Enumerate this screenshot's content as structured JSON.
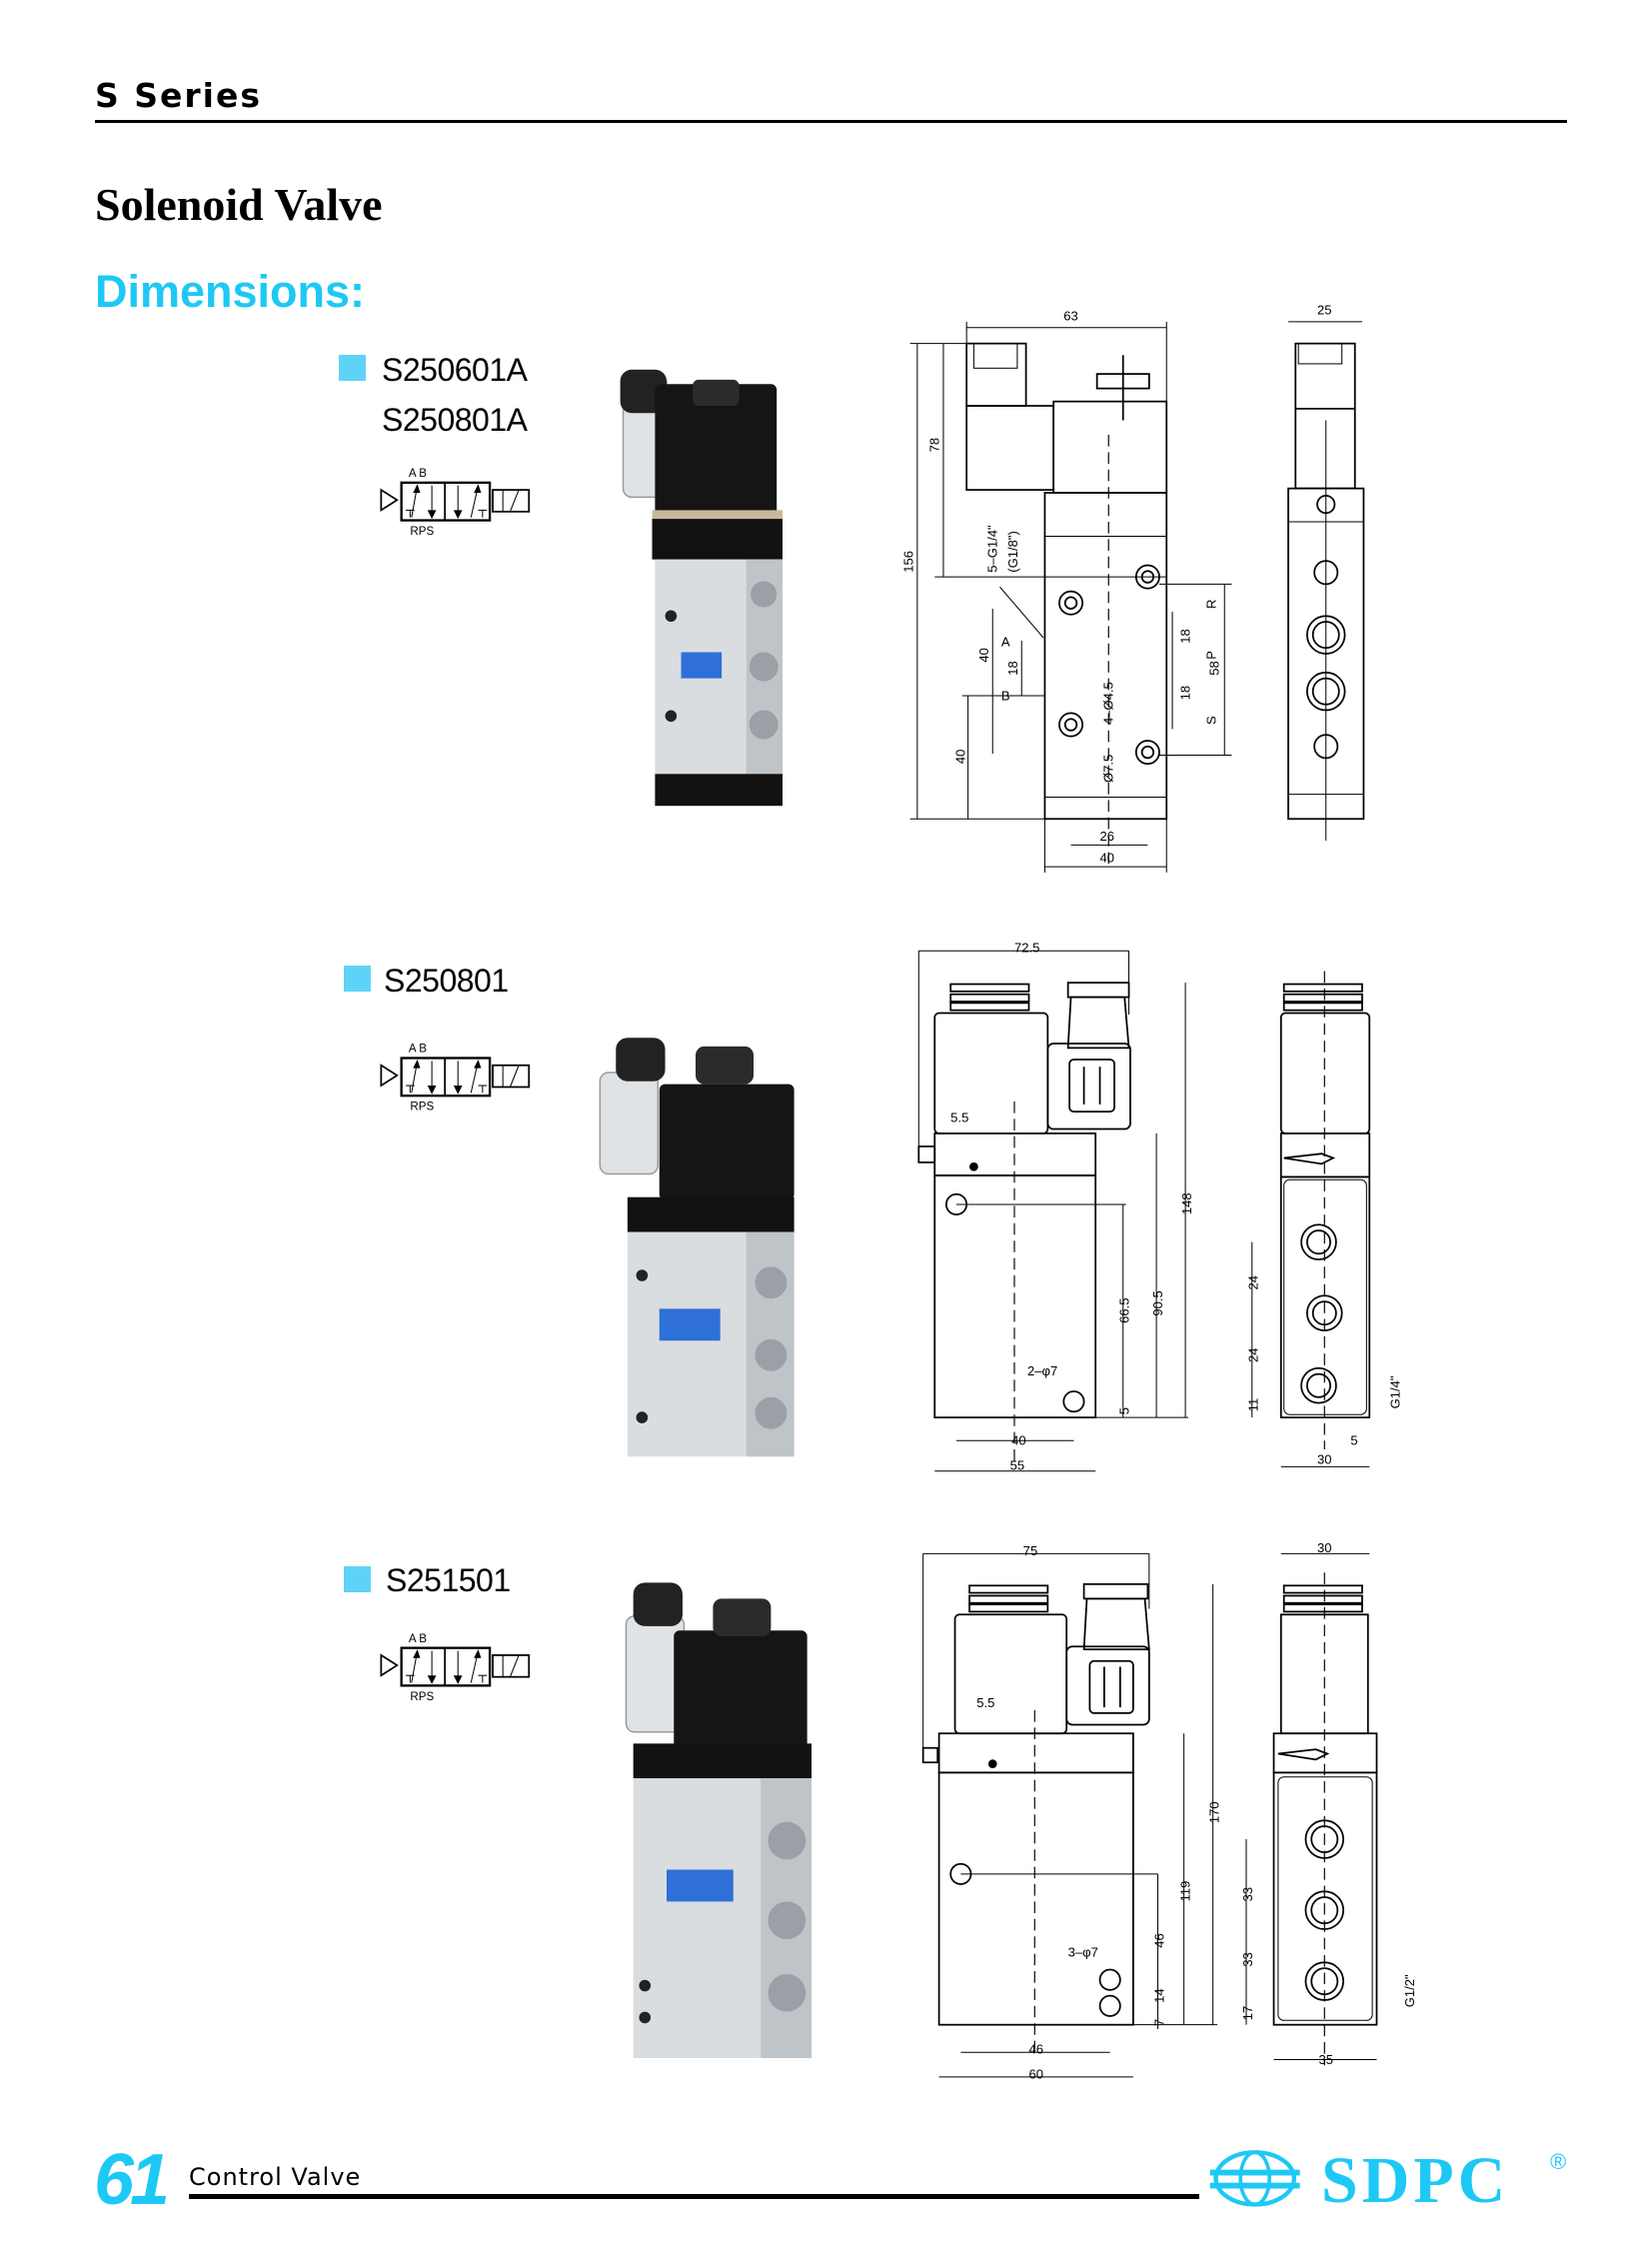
{
  "header": {
    "series": "S Series",
    "title": "Solenoid Valve",
    "section": "Dimensions:"
  },
  "symbol": {
    "top_ports": "A B",
    "bottom_ports": "RPS"
  },
  "products": [
    {
      "models": [
        "S250601A",
        "S250801A"
      ],
      "dims": {
        "width": "63",
        "side_width": "25",
        "height": "156",
        "coil_height": "78",
        "port_thread": "5–G1/4\"",
        "port_thread_alt": "(G1/8\")",
        "a_to_b": "40",
        "a_pitch": "18",
        "bottom": "40",
        "r_pitch": "18",
        "s_pitch": "18",
        "p_span": "58",
        "mount_holes": "4–Ø4.5",
        "hole_dia": "Ø7.5",
        "hole_pitch": "26",
        "base_width": "40",
        "port_a": "A",
        "port_b": "B",
        "port_r": "R",
        "port_p": "P",
        "port_s": "S"
      }
    },
    {
      "models": [
        "S250801"
      ],
      "dims": {
        "width": "72.5",
        "offset": "5.5",
        "height": "148",
        "h2": "90.5",
        "h3": "66.5",
        "h4": "5",
        "holes": "2–φ7",
        "hole_pitch": "40",
        "base_width": "55",
        "p1": "24",
        "p2": "24",
        "p3": "11",
        "thread": "G1/4\"",
        "side_offset": "5",
        "side_width": "30"
      }
    },
    {
      "models": [
        "S251501"
      ],
      "dims": {
        "width": "75",
        "offset": "5.5",
        "height": "170",
        "h2": "119",
        "h3": "46",
        "h4": "14",
        "h5": "7",
        "holes": "3–φ7",
        "hole_pitch": "46",
        "base_width": "60",
        "p1": "33",
        "p2": "33",
        "p3": "17",
        "thread": "G1/2\"",
        "side_top": "30",
        "side_width": "35"
      }
    }
  ],
  "footer": {
    "page_number": "61",
    "section": "Control Valve",
    "brand": "SDPC",
    "registered": "®"
  },
  "colors": {
    "accent": "#1ec8f5",
    "marker": "#5fd3f7",
    "label_blue": "#2f6fd8"
  }
}
